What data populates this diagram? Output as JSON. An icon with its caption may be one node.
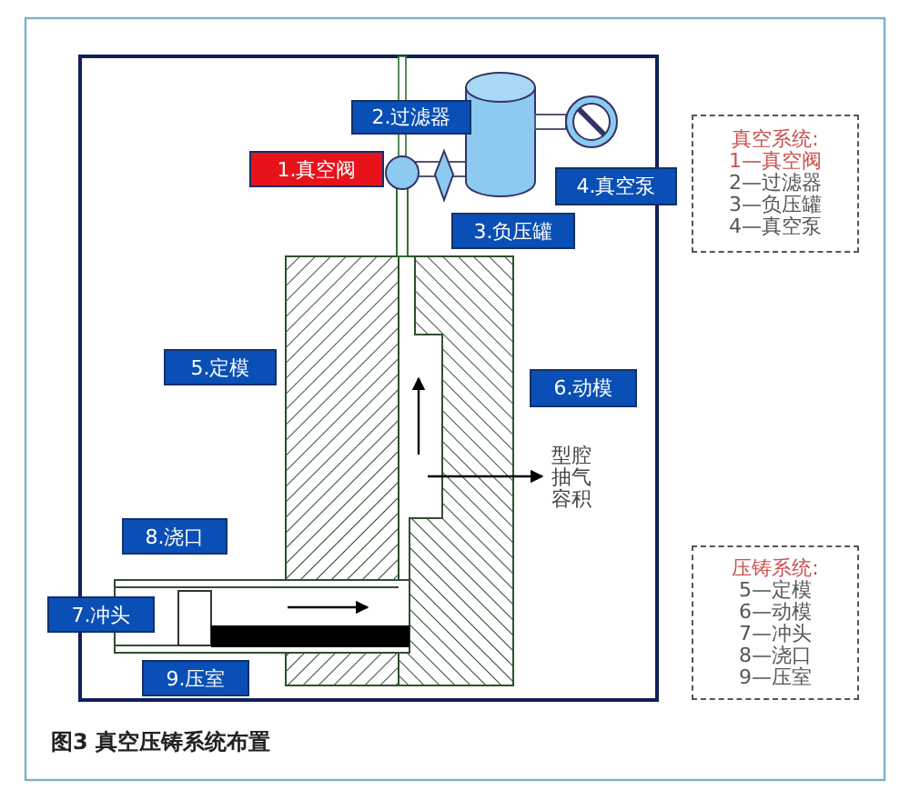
{
  "diagram": {
    "caption": "图3 真空压铸系统布置",
    "nodes": [
      {
        "text": [
          "1.真空阀"
        ]
      },
      {
        "text": [
          "2.过滤器"
        ]
      },
      {
        "text": [
          "4.真空泵"
        ]
      },
      {
        "text": [
          "3.负压罐"
        ]
      },
      {
        "text": [
          "5.定模"
        ]
      },
      {
        "text": [
          "6.动模"
        ]
      },
      {
        "text": [
          "型腔抽气容积"
        ]
      },
      {
        "text": [
          "8.浇口"
        ]
      },
      {
        "text": [
          "7.冲头"
        ]
      },
      {
        "text": [
          "9.压室"
        ]
      },
      {
        "text": [
          "真空系统:",
          "1—真空阀",
          "2—过滤器",
          "3—负压罐",
          "4—真空泵"
        ]
      },
      {
        "text": [
          "压铸系统:",
          "5—定模",
          "6—动模",
          "7—冲头",
          "8—浇口",
          "9—压室"
        ]
      }
    ],
    "edges": [
      {
        "from": null,
        "to": 6,
        "arrow": "to"
      }
    ]
  }
}
